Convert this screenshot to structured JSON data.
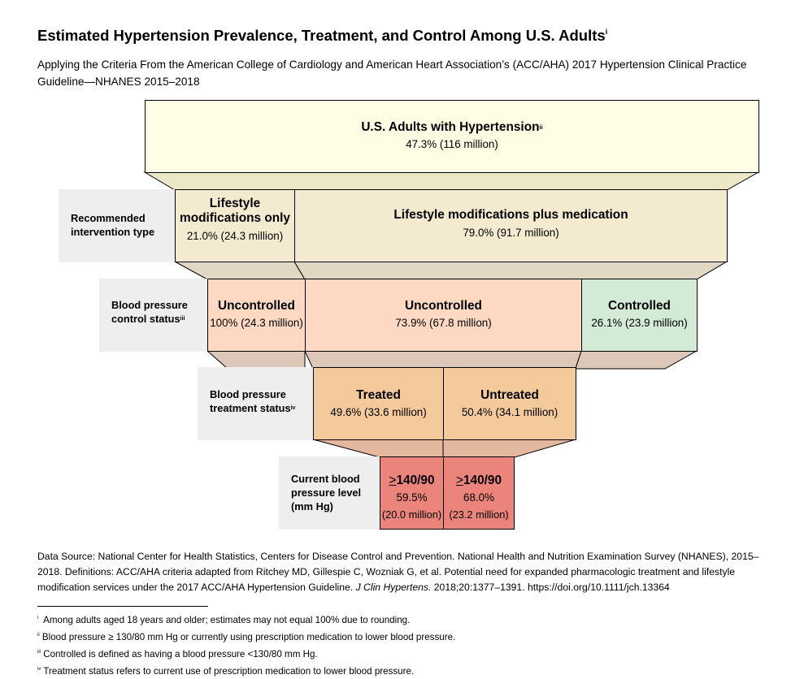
{
  "header": {
    "title": "Estimated Hypertension Prevalence, Treatment, and Control Among U.S. Adults",
    "title_note": "i",
    "subtitle": "Applying the Criteria From the American College of Cardiology and American Heart Association’s (ACC/AHA) 2017 Hypertension Clinical Practice Guideline—NHANES 2015–2018"
  },
  "levels": {
    "intervention": {
      "label": "Recommended intervention type"
    },
    "control": {
      "label": "Blood pressure control status",
      "note": "iii"
    },
    "treatment": {
      "label": "Blood pressure treatment status",
      "note": "iv"
    },
    "level": {
      "label": "Current blood pressure level (mm Hg)"
    }
  },
  "boxes": {
    "top": {
      "name": "U.S. Adults with Hypertension",
      "note": "ii",
      "value": "47.3% (116 million)"
    },
    "lifestyle_only": {
      "name": "Lifestyle modifications only",
      "value": "21.0% (24.3 million)"
    },
    "lifestyle_plus_med": {
      "name": "Lifestyle modifications plus medication",
      "value": "79.0% (91.7 million)"
    },
    "uncontrolled_a": {
      "name": "Uncontrolled",
      "value": "100% (24.3 million)"
    },
    "uncontrolled_b": {
      "name": "Uncontrolled",
      "value": "73.9% (67.8 million)"
    },
    "controlled": {
      "name": "Controlled",
      "value": "26.1% (23.9 million)"
    },
    "treated": {
      "name": "Treated",
      "value": "49.6% (33.6 million)"
    },
    "untreated": {
      "name": "Untreated",
      "value": "50.4% (34.1 million)"
    },
    "bp_treated": {
      "symbol": ">",
      "name": "140/90",
      "pct": "59.5%",
      "count": "(20.0 million)"
    },
    "bp_untreated": {
      "symbol": ">",
      "name": "140/90",
      "pct": "68.0%",
      "count": "(23.2 million)"
    }
  },
  "source": {
    "text": "Data Source: National Center for Health Statistics, Centers for Disease Control and Prevention. National Health and Nutrition Examination Survey (NHANES), 2015–2018. Definitions: ACC/AHA criteria adapted from Ritchey MD, Gillespie C, Wozniak G, et al. Potential need for expanded pharmacologic treatment and lifestyle modification services under the 2017 ACC/AHA Hypertension Guideline.",
    "journal": "J Clin Hypertens.",
    "citation": "2018;20:1377–1391. https://doi.org/10.1111/jch.13364"
  },
  "footnotes": [
    {
      "mark": "i",
      "text": "Among adults aged 18 years and older; estimates may not equal 100% due to rounding."
    },
    {
      "mark": "ii",
      "text": "Blood pressure ≥ 130/80 mm Hg or currently using prescription medication to lower blood pressure."
    },
    {
      "mark": "iii",
      "text": "Controlled is defined as having a blood pressure <130/80 mm Hg."
    },
    {
      "mark": "iv",
      "text": "Treatment status refers to current use of prescription medication to lower blood pressure."
    }
  ],
  "colors": {
    "top": "#fffde4",
    "tier1": "#f4ead0",
    "uncontrolled": "#fdd9c3",
    "controlled": "#d2ead6",
    "treatment": "#f4c99c",
    "bp": "#eb857c",
    "conn_top": "#ece7c7",
    "conn_tier1": "#e0d8c4",
    "conn_tier2": "#dcc7b8",
    "conn_tier3": "#e4b79f"
  }
}
